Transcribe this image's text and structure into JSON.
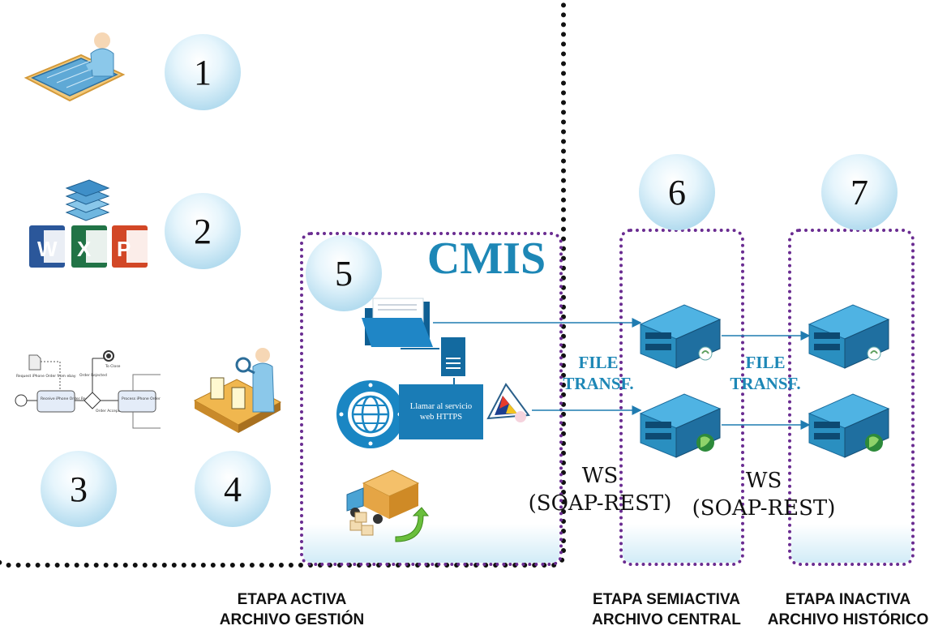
{
  "steps": [
    "1",
    "2",
    "3",
    "4",
    "5",
    "6",
    "7"
  ],
  "cmis_label": "CMIS",
  "service_label_line1": "Llamar al servicio",
  "service_label_line2": "web HTTPS",
  "file_transfer_1": {
    "line1": "FILE",
    "line2": "TRANSF."
  },
  "file_transfer_2": {
    "line1": "FILE",
    "line2": "TRANSF."
  },
  "ws_1": {
    "line1": "WS",
    "line2": "(SOAP-REST)"
  },
  "ws_2": {
    "line1": "WS",
    "line2": "(SOAP-REST)"
  },
  "stages": {
    "active": {
      "line1": "ETAPA ACTIVA",
      "line2": "ARCHIVO GESTIÓN"
    },
    "semiactive": {
      "line1": "ETAPA SEMIACTIVA",
      "line2": "ARCHIVO CENTRAL"
    },
    "inactive": {
      "line1": "ETAPA INACTIVA",
      "line2": "ARCHIVO HISTÓRICO"
    }
  },
  "bpmn_labels": {
    "request": "Request iPhone Order from ebay",
    "receive": "Receive iPhone Order Request",
    "rejected": "Order Rejected",
    "close": "To Close",
    "accepted": "Order Accepted",
    "process": "Process iPhone Order"
  },
  "office_letters": {
    "word": "W",
    "excel": "X",
    "powerpoint": "P"
  },
  "colors": {
    "bubble": "#b4dcef",
    "cmis_blue": "#1d87b6",
    "purple_border": "#6a2c91",
    "server_blue": "#2a8fc0"
  }
}
